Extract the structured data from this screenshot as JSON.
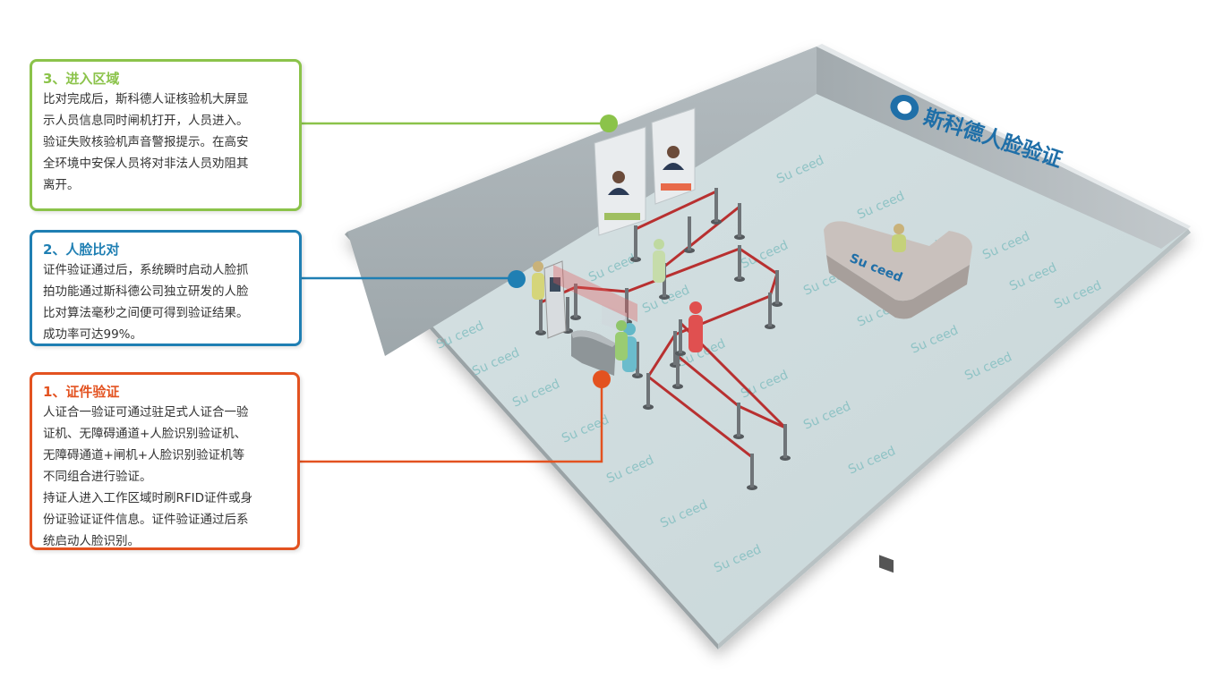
{
  "brand": {
    "wall_title": "斯科德人脸验证",
    "desk_logo": "Su ceed",
    "floor_watermark": "Su ceed"
  },
  "cards": {
    "enter": {
      "title": "3、进入区域",
      "lines": [
        "比对完成后，斯科德人证核验机大屏显",
        "示人员信息同时闸机打开，人员进入。",
        "验证失败核验机声音警报提示。在高安",
        "全环境中安保人员将对非法人员劝阻其",
        "离开。"
      ]
    },
    "face": {
      "title": "2、人脸比对",
      "lines": [
        "证件验证通过后，系统瞬时启动人脸抓",
        "拍功能通过斯科德公司独立研发的人脸",
        "比对算法毫秒之间便可得到验证结果。",
        "成功率可达99%。"
      ]
    },
    "cert": {
      "title": "1、证件验证",
      "lines": [
        "人证合一验证可通过驻足式人证合一验",
        "证机、无障碍通道+人脸识别验证机、",
        "无障碍通道+闸机+人脸识别验证机等",
        "不同组合进行验证。",
        "持证人进入工作区域时刷RFID证件或身",
        "份证验证证件信息。证件验证通过后系",
        "统启动人脸识别。"
      ]
    }
  },
  "colors": {
    "green": "#8bc34a",
    "blue": "#1f7fb3",
    "red": "#e35220",
    "floor": "#cfdcde",
    "wall": "#a8b0b4",
    "watermark": "#8fc3c5"
  }
}
